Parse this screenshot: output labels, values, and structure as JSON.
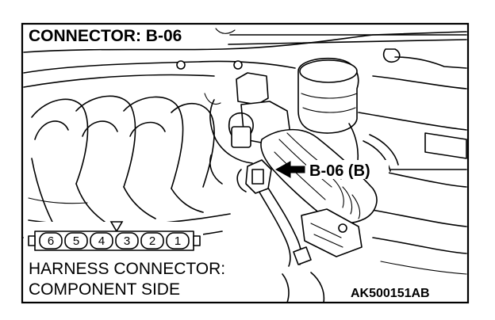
{
  "diagram": {
    "title": "CONNECTOR: B-06",
    "callout_label": "B-06 (B)",
    "caption_line1": "HARNESS CONNECTOR:",
    "caption_line2": "COMPONENT SIDE",
    "figure_code": "AK500151AB"
  },
  "connector": {
    "pins": [
      "6",
      "5",
      "4",
      "3",
      "2",
      "1"
    ],
    "lock_marker": "triangle-marker-icon"
  },
  "colors": {
    "ink": "#000000",
    "paper": "#ffffff"
  }
}
